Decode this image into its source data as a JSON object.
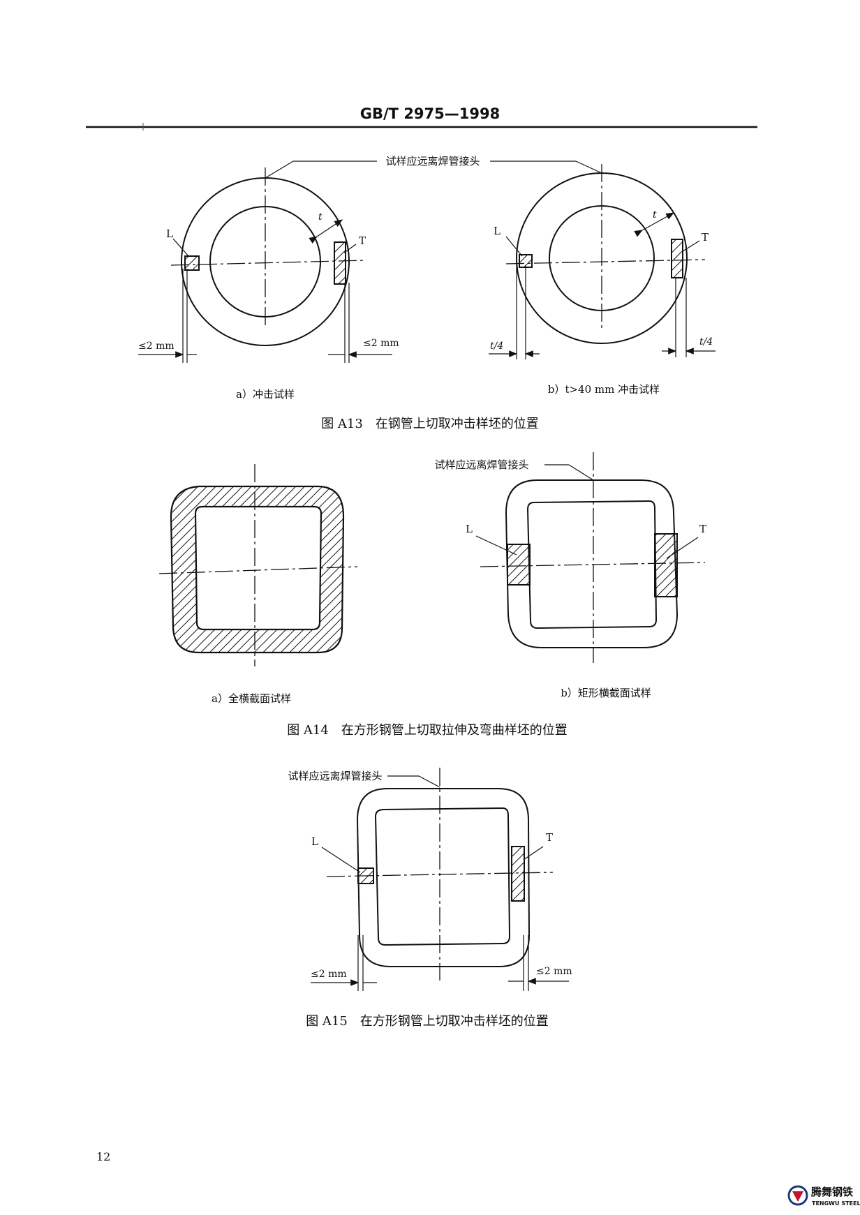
{
  "header": {
    "standard_number": "GB/T 2975—1998"
  },
  "common": {
    "weld_note": "试样应远离焊管接头",
    "label_L": "L",
    "label_T": "T",
    "dim_2mm": "≤2 mm",
    "dim_t4": "t/4",
    "dim_t": "t"
  },
  "fig_a13": {
    "sub_a": "a）冲击试样",
    "sub_b": "b）t>40 mm 冲击试样",
    "caption": "图 A13　在钢管上切取冲击样坯的位置"
  },
  "fig_a14": {
    "sub_a": "a）全横截面试样",
    "sub_b": "b）矩形横截面试样",
    "caption": "图 A14　在方形钢管上切取拉伸及弯曲样坯的位置"
  },
  "fig_a15": {
    "caption": "图 A15　在方形钢管上切取冲击样坯的位置"
  },
  "footer": {
    "page_number": "12",
    "brand_cn": "腾舞钢铁",
    "brand_en": "TENGWU STEEL"
  }
}
